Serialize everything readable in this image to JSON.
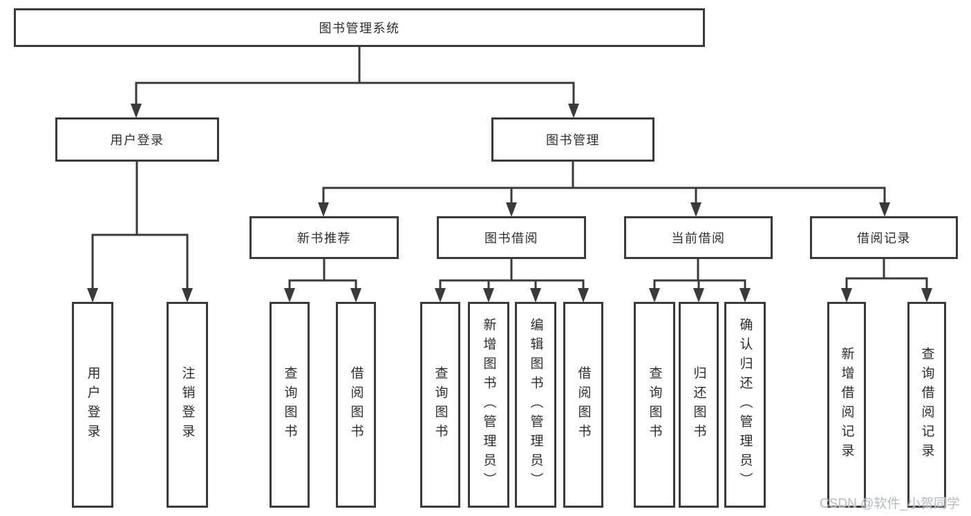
{
  "colors": {
    "line": "#3a3a3a",
    "text": "#2d2d2d",
    "watermark": "#b4bac2"
  },
  "diagram": {
    "root": "图书管理系统",
    "level2": [
      "用户登录",
      "图书管理"
    ],
    "level3": [
      "新书推荐",
      "图书借阅",
      "当前借阅",
      "借阅记录"
    ],
    "leaves": {
      "user": [
        "用户登录",
        "注销登录"
      ],
      "recommend": [
        "查询图书",
        "借阅图书"
      ],
      "borrow": [
        "查询图书",
        "新增图书（管理员）",
        "编辑图书（管理员）",
        "借阅图书"
      ],
      "current": [
        "查询图书",
        "归还图书",
        "确认归还（管理员）"
      ],
      "records": [
        "新增借阅记录",
        "查询借阅记录"
      ]
    }
  },
  "watermark": "CSDN @软件_小贺同学"
}
